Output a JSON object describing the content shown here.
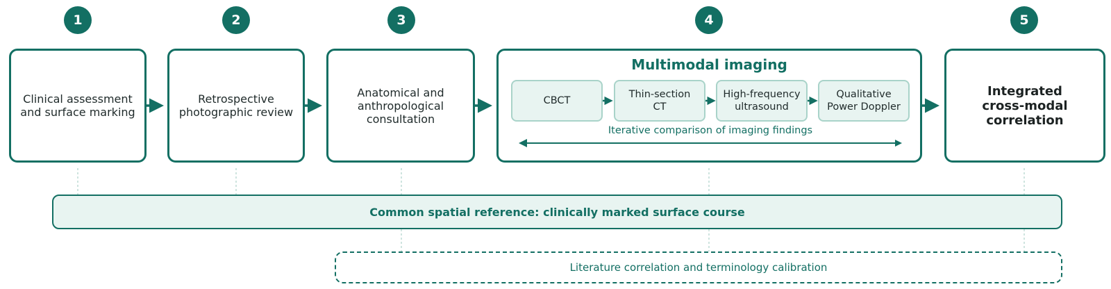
{
  "steps": [
    {
      "number": "1",
      "label": "Clinical assessment\nand surface marking"
    },
    {
      "number": "2",
      "label": "Retrospective\nphotographic review"
    },
    {
      "number": "3",
      "label": "Anatomical and\nanthropological\nconsultation"
    },
    {
      "number": "4",
      "label": "Multimodal imaging"
    },
    {
      "number": "5",
      "label": "Integrated\ncross-modal\ncorrelation"
    }
  ],
  "imaging": {
    "modalities": [
      "CBCT",
      "Thin-section\nCT",
      "High-frequency\nultrasound",
      "Qualitative\nPower Doppler"
    ],
    "iteration_label": "Iterative comparison of imaging findings"
  },
  "reference_bar": "Common spatial reference: clinically marked surface course",
  "literature_bar": "Literature correlation and terminology calibration",
  "colors": {
    "accent": "#136f63",
    "light_fill": "#e8f4f1",
    "sub_border": "#a9d3c9"
  }
}
